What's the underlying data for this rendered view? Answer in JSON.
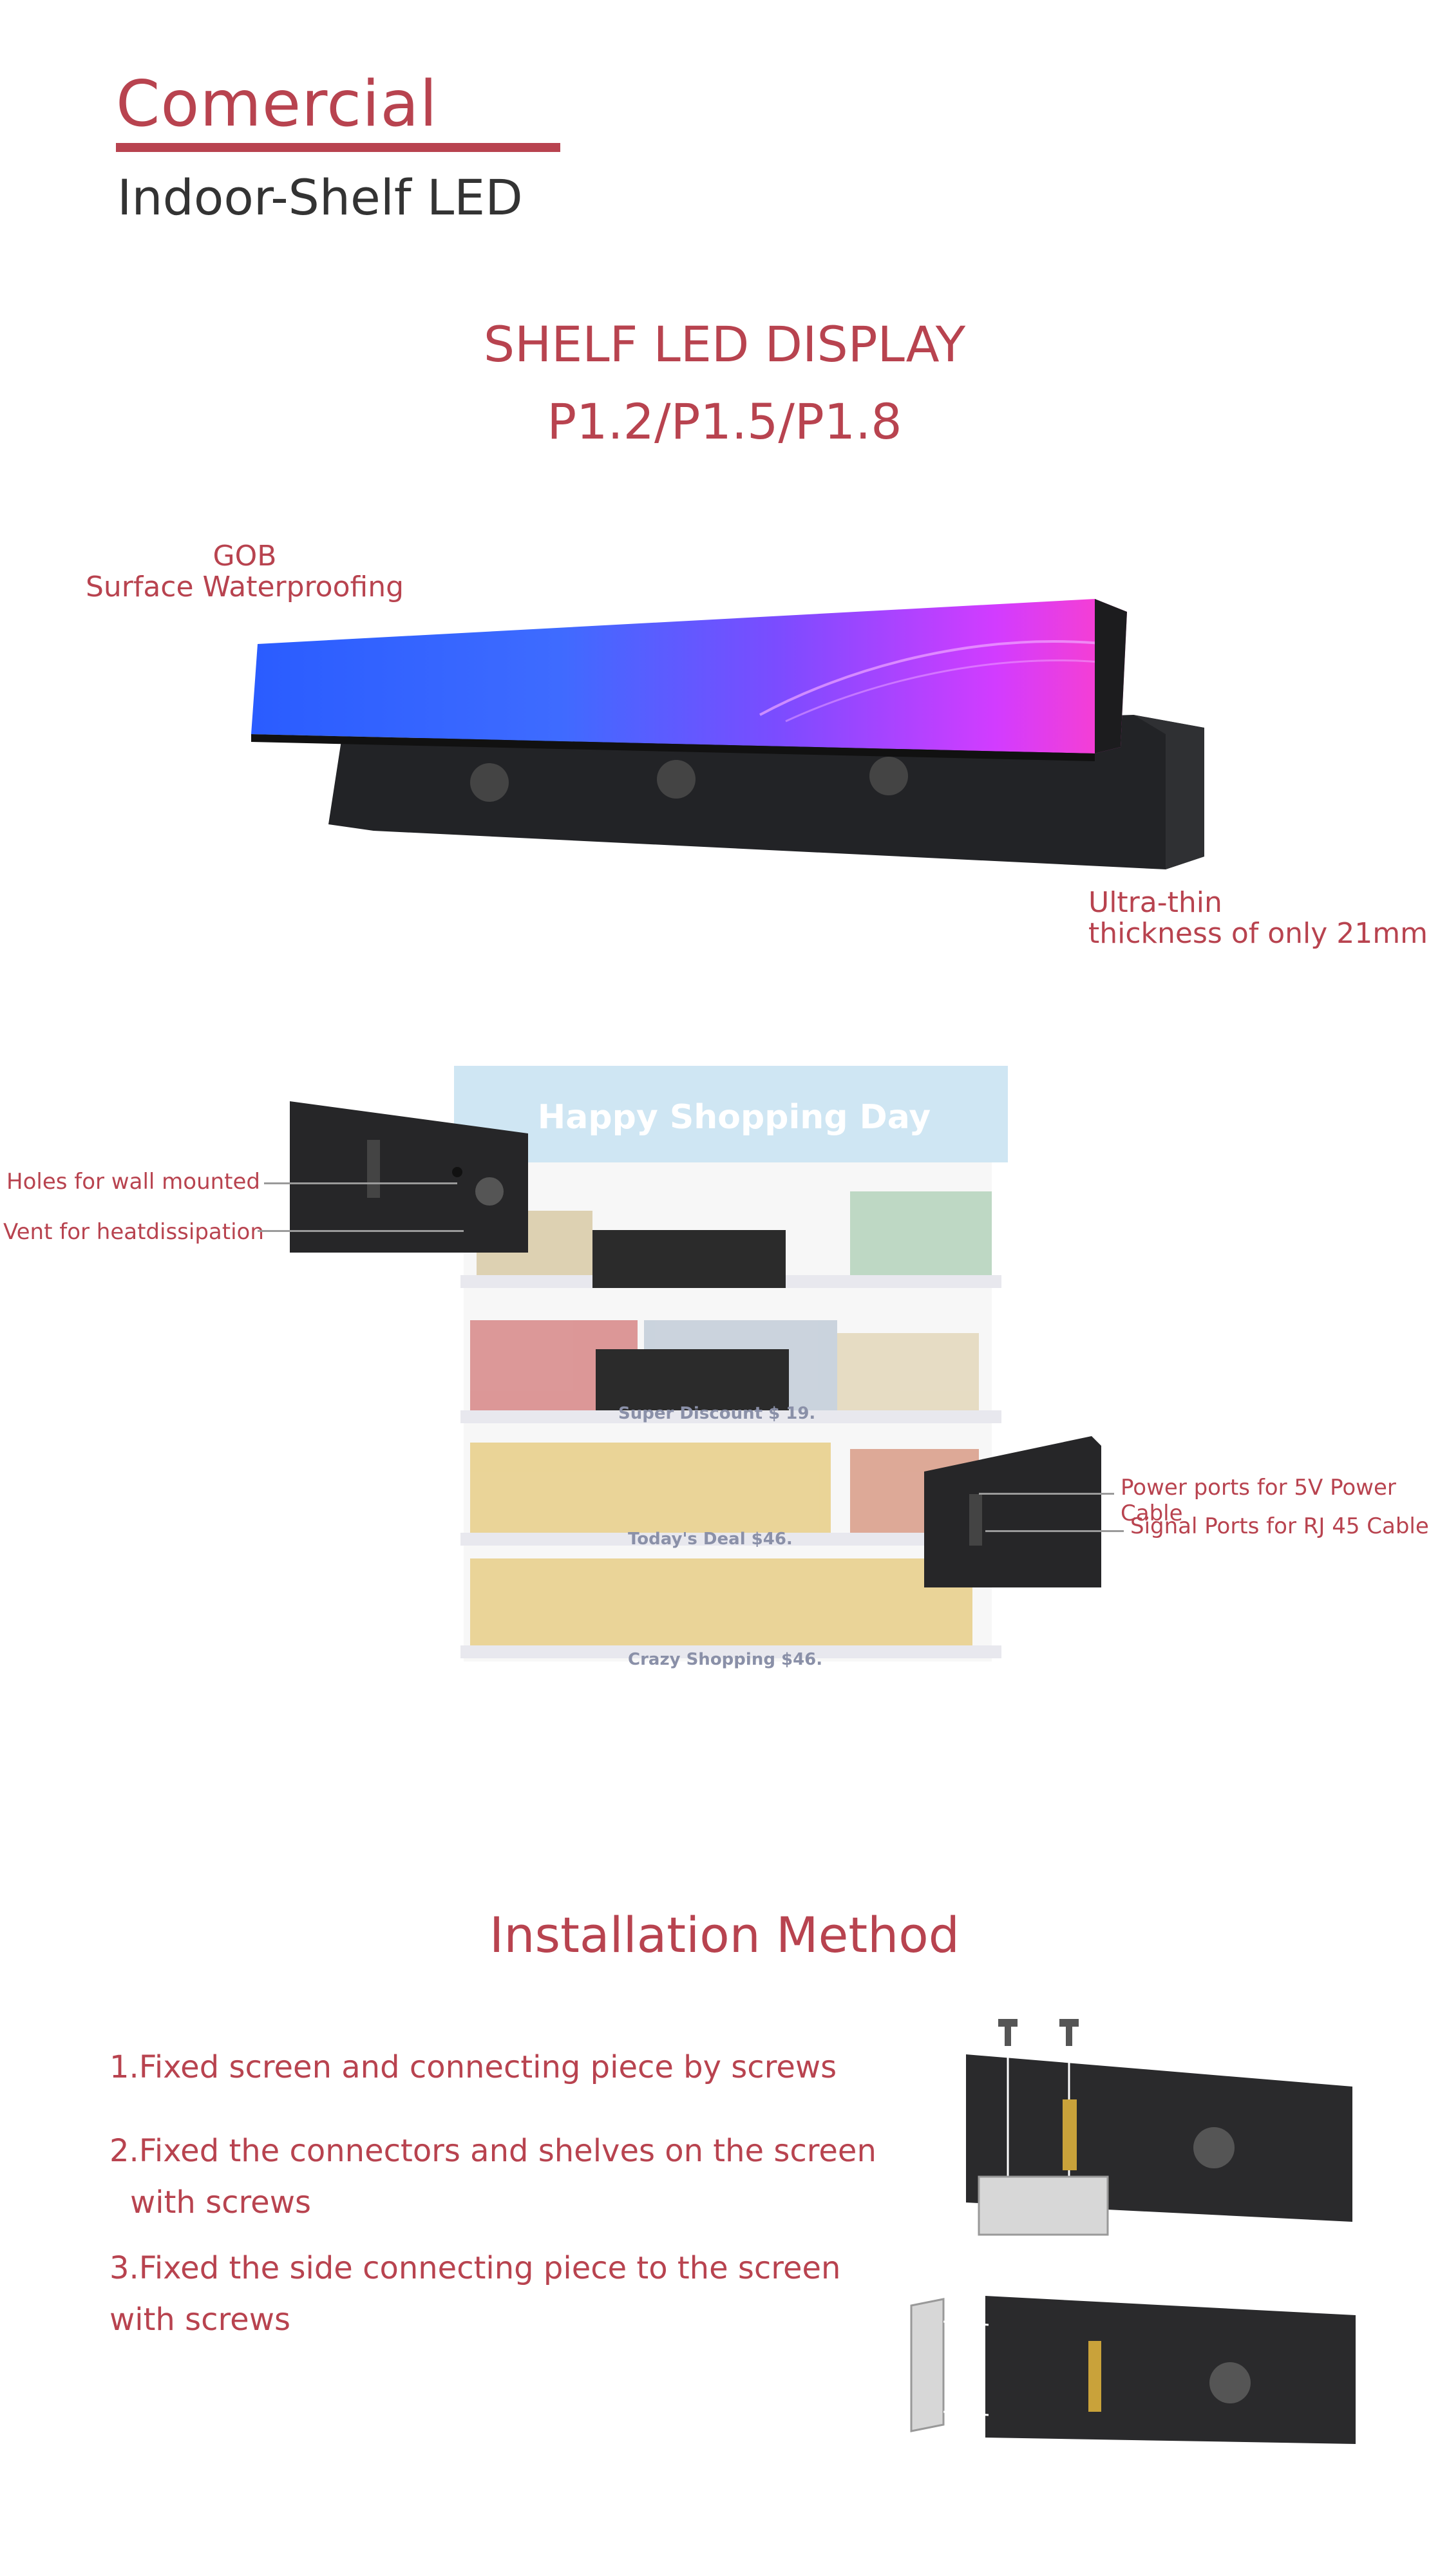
{
  "header": {
    "category": "Comercial",
    "subtitle": "Indoor-Shelf LED"
  },
  "hero": {
    "title": "SHELF LED DISPLAY",
    "models": "P1.2/P1.5/P1.8",
    "callout_gob": [
      "GOB",
      "Surface Waterproofing"
    ],
    "callout_thin": [
      "Ultra-thin",
      "thickness of only 21mm"
    ]
  },
  "scene": {
    "banner_text": "Happy Shopping Day",
    "shelf_labels": [
      "Super Discount  $ 19.",
      "Today's Deal  $46.",
      "Crazy Shopping  $46."
    ],
    "callouts": {
      "holes": "Holes for wall mounted",
      "vent": "Vent for heatdissipation",
      "power": "Power ports for 5V Power Cable",
      "signal": "Signal Ports for RJ 45 Cable"
    }
  },
  "installation": {
    "title": "Installation Method",
    "steps": [
      {
        "line1": "1.Fixed screen and connecting piece by screws",
        "line2": ""
      },
      {
        "line1": "2.Fixed the connectors and shelves on the screen",
        "line2": "with screws"
      },
      {
        "line1": "3.Fixed the side connecting piece to the screen",
        "line2": "with screws"
      }
    ]
  },
  "colors": {
    "accent": "#b8434f",
    "text_dark": "#333333"
  }
}
